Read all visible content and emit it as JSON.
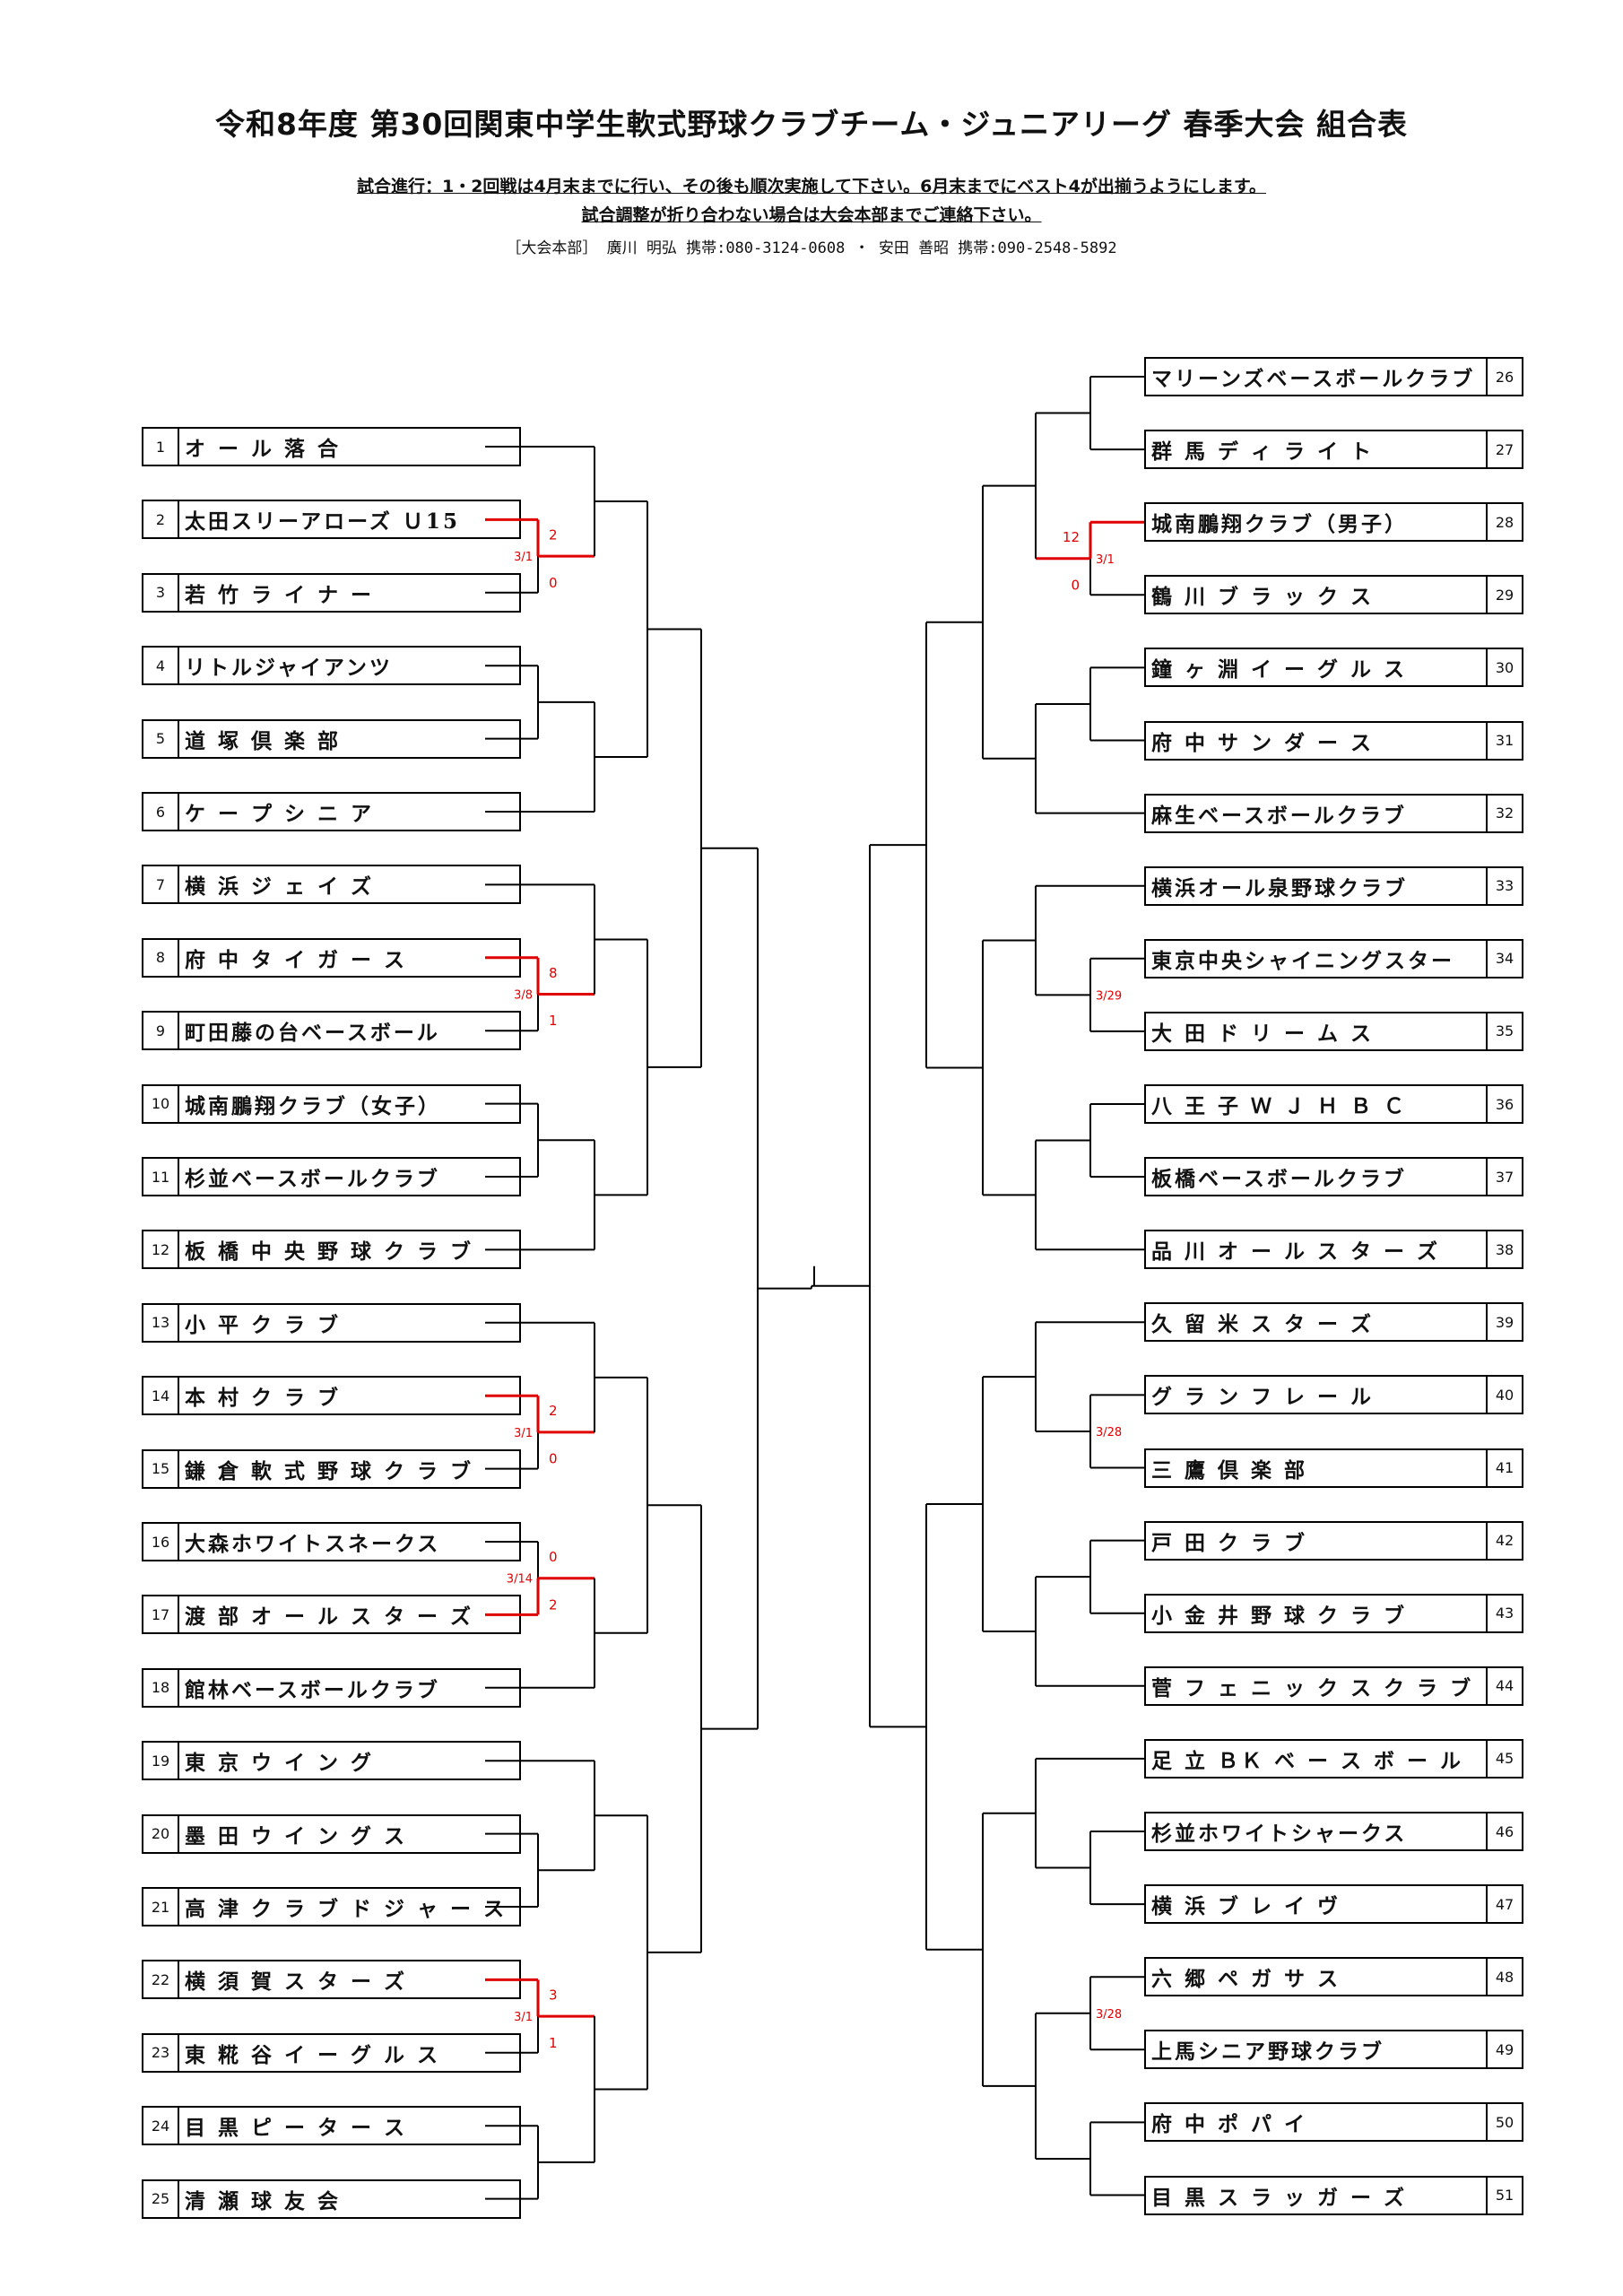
{
  "header": {
    "title": "令和8年度 第30回関東中学生軟式野球クラブチーム・ジュニアリーグ 春季大会 組合表",
    "line1": "試合進行：1・2回戦は4月末までに行い、その後も順次実施して下さい。6月末までにベスト4が出揃うようにします。",
    "line2": "試合調整が折り合わない場合は大会本部までご連絡下さい。",
    "contact": "［大会本部］ 廣川 明弘 携帯:080-3124-0608 ・ 安田 善昭 携帯:090-2548-5892"
  },
  "left_teams": [
    {
      "no": "1",
      "name": "オ ー ル 落 合"
    },
    {
      "no": "2",
      "name": "太田スリーアローズ Ｕ15"
    },
    {
      "no": "3",
      "name": "若 竹 ラ イ ナ ー"
    },
    {
      "no": "4",
      "name": "リトルジャイアンツ"
    },
    {
      "no": "5",
      "name": "道 塚 倶 楽 部"
    },
    {
      "no": "6",
      "name": "ケ ー プ シ ニ ア"
    },
    {
      "no": "7",
      "name": "横 浜 ジ ェ イ ズ"
    },
    {
      "no": "8",
      "name": "府 中 タ イ ガ ー ス"
    },
    {
      "no": "9",
      "name": "町田藤の台ベースボール"
    },
    {
      "no": "10",
      "name": "城南鵬翔クラブ（女子）"
    },
    {
      "no": "11",
      "name": "杉並ベースボールクラブ"
    },
    {
      "no": "12",
      "name": "板 橋 中 央 野 球 ク ラ ブ"
    },
    {
      "no": "13",
      "name": "小 平 ク ラ ブ"
    },
    {
      "no": "14",
      "name": "本 村 ク ラ ブ"
    },
    {
      "no": "15",
      "name": "鎌 倉 軟 式 野 球 ク ラ ブ"
    },
    {
      "no": "16",
      "name": "大森ホワイトスネークス"
    },
    {
      "no": "17",
      "name": "渡 部 オ ー ル ス タ ー ズ"
    },
    {
      "no": "18",
      "name": "館林ベースボールクラブ"
    },
    {
      "no": "19",
      "name": "東 京 ウ イ ン グ"
    },
    {
      "no": "20",
      "name": "墨 田 ウ イ ン グ ス"
    },
    {
      "no": "21",
      "name": "高 津 ク ラ ブ ド ジ ャ ー ス"
    },
    {
      "no": "22",
      "name": "横 須 賀 ス タ ー ズ"
    },
    {
      "no": "23",
      "name": "東 糀 谷 イ ー グ ル ス"
    },
    {
      "no": "24",
      "name": "目 黒 ピ ー タ ー ス"
    },
    {
      "no": "25",
      "name": "清 瀬 球 友 会"
    }
  ],
  "right_teams": [
    {
      "no": "26",
      "name": "マリーンズベースボールクラブ"
    },
    {
      "no": "27",
      "name": "群 馬 デ ィ ラ イ ト"
    },
    {
      "no": "28",
      "name": "城南鵬翔クラブ（男子）"
    },
    {
      "no": "29",
      "name": "鶴 川 ブ ラ ッ ク ス"
    },
    {
      "no": "30",
      "name": "鐘 ヶ 淵 イ ー グ ル ス"
    },
    {
      "no": "31",
      "name": "府 中 サ ン ダ ー ス"
    },
    {
      "no": "32",
      "name": "麻生ベースボールクラブ"
    },
    {
      "no": "33",
      "name": "横浜オール泉野球クラブ"
    },
    {
      "no": "34",
      "name": "東京中央シャイニングスター"
    },
    {
      "no": "35",
      "name": "大 田 ド リ ー ム ス"
    },
    {
      "no": "36",
      "name": "八 王 子 Ｗ Ｊ Ｈ Ｂ Ｃ"
    },
    {
      "no": "37",
      "name": "板橋ベースボールクラブ"
    },
    {
      "no": "38",
      "name": "品 川 オ ー ル ス タ ー ズ"
    },
    {
      "no": "39",
      "name": "久 留 米 ス タ ー ズ"
    },
    {
      "no": "40",
      "name": "グ ラ ン フ レ ー ル"
    },
    {
      "no": "41",
      "name": "三 鷹 倶 楽 部"
    },
    {
      "no": "42",
      "name": "戸 田 ク ラ ブ"
    },
    {
      "no": "43",
      "name": "小 金 井 野 球 ク ラ ブ"
    },
    {
      "no": "44",
      "name": "菅 フ ェ ニ ッ ク ス ク ラ ブ"
    },
    {
      "no": "45",
      "name": "足 立 ＢＫ ベ ー ス ボ ー ル"
    },
    {
      "no": "46",
      "name": "杉並ホワイトシャークス"
    },
    {
      "no": "47",
      "name": "横 浜 ブ レ イ ヴ"
    },
    {
      "no": "48",
      "name": "六 郷 ペ ガ サ ス"
    },
    {
      "no": "49",
      "name": "上馬シニア野球クラブ"
    },
    {
      "no": "50",
      "name": "府 中 ポ パ イ"
    },
    {
      "no": "51",
      "name": "目 黒 ス ラ ッ ガ ー ズ"
    }
  ],
  "results": [
    {
      "id": "r2",
      "date": "3/1",
      "top": "2",
      "bottom": "0"
    },
    {
      "id": "r8",
      "date": "3/8",
      "top": "8",
      "bottom": "1"
    },
    {
      "id": "r14",
      "date": "3/1",
      "top": "2",
      "bottom": "0"
    },
    {
      "id": "r16",
      "date": "3/14",
      "top": "0",
      "bottom": "2"
    },
    {
      "id": "r22",
      "date": "3/1",
      "top": "3",
      "bottom": "1"
    },
    {
      "id": "r28",
      "date": "3/1",
      "top": "12",
      "bottom": "0"
    }
  ],
  "scheduled": [
    {
      "id": "s34",
      "date": "3/29"
    },
    {
      "id": "s40",
      "date": "3/28"
    },
    {
      "id": "s48",
      "date": "3/28"
    }
  ],
  "colors": {
    "winner_line": "#e00000",
    "line": "#000000"
  }
}
